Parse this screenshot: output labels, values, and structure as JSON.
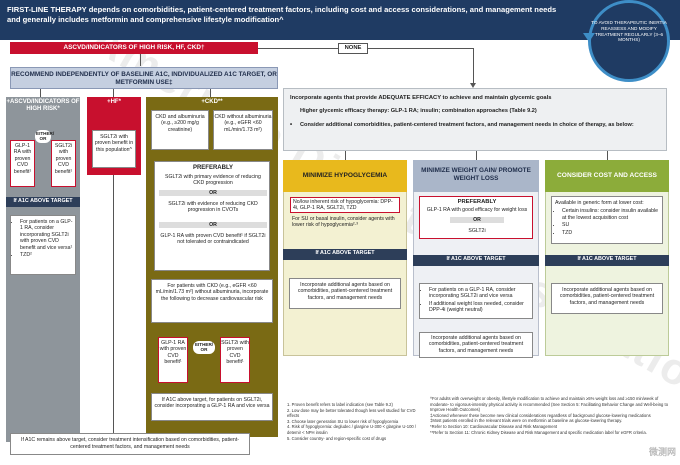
{
  "banner": {
    "text": "FIRST-LINE THERAPY depends on comorbidities, patient-centered treatment factors, including cost and access considerations, and management needs and generally includes metformin and comprehensive lifestyle modification^"
  },
  "reassess": {
    "text": "TO AVOID THERAPEUTIC INERTIA REASSESS AND MODIFY TREATMENT REGULARLY (3–6 MONTHS)"
  },
  "ascvd_header": "ASCVD/INDICATORS OF HIGH RISK, HF, CKD†",
  "none_label": "NONE",
  "recommend": "RECOMMEND INDEPENDENTLY OF BASELINE A1C, INDIVIDUALIZED A1C TARGET, OR METFORMIN USE‡",
  "ascvd_col": {
    "header": "+ASCVD/INDICATORS OF HIGH RISK*",
    "glp1": "GLP-1 RA with proven CVD benefit¹",
    "either_or": "EITHER/ OR",
    "sglt2": "SGLT2i with proven CVD benefit¹",
    "a1c_bar": "If A1C ABOVE TARGET",
    "bullets": [
      "For patients on a GLP-1 RA, consider incorporating SGLT2i with proven CVD benefit and vice versa¹",
      "TZD²"
    ]
  },
  "hf_col": {
    "header": "+HF*",
    "text": "SGLT2i with proven benefit in this population^"
  },
  "ckd_col": {
    "header": "+CKD**",
    "left_sub": "CKD and albuminuria (e.g., ≥200 mg/g creatinine)",
    "right_sub": "CKD without albuminuria (e.g., eGFR <60 mL/min/1.73 m²)",
    "preferably": "PREFERABLY",
    "pref1": "SGLT2i with primary evidence of reducing CKD progression",
    "or1": "OR",
    "pref2": "SGLT2i with evidence of reducing CKD progression in CVOTs",
    "or2": "OR",
    "pref3": "GLP-1 RA with proven CVD benefit¹ if SGLT2i not tolerated or contraindicated",
    "patients_text": "For patients with CKD (e.g., eGFR <60 mL/min/1.73 m²) without albuminuria, incorporate the following to decrease cardiovascular risk",
    "glp1": "GLP-1 RA with proven CVD benefit¹",
    "either_or": "EITHER/ OR",
    "sglt2": "SGLT2i with proven CVD benefit¹",
    "a1c_text": "If A1C above target, for patients on SGLT2i, consider incorporating a GLP-1 RA and vice versa"
  },
  "efficacy": {
    "line1": "Incorporate agents that provide ADEQUATE EFFICACY to achieve and maintain glycemic goals",
    "line2": "Higher glycemic efficacy therapy: GLP-1 RA; insulin; combination approaches (Table 9.2)",
    "line3": "Consider additional comorbidities, patient-centered treatment factors, and management needs in choice of therapy, as below:"
  },
  "min_hypo": {
    "header": "MINIMIZE HYPOGLYCEMIA",
    "red_text": "No/low inherent risk of hypoglycemia: DPP-4i, GLP-1 RA, SGLT2i, TZD",
    "sub_text": "For SU or basal insulin, consider agents with lower risk of hypoglycemia²·³",
    "a1c_bar": "If A1C ABOVE TARGET",
    "bottom_text": "Incorporate additional agents based on comorbidities, patient-centered treatment factors, and management needs"
  },
  "min_weight": {
    "header": "MINIMIZE WEIGHT GAIN/ PROMOTE WEIGHT LOSS",
    "preferably": "PREFERABLY",
    "glp1_text": "GLP-1 RA with good efficacy for weight loss",
    "or": "OR",
    "sglt2": "SGLT2i",
    "a1c_bar": "If A1C ABOVE TARGET",
    "bullets": [
      "For patients on a GLP-1 RA, consider incorporating SGLT2i and vice versa",
      "If additional weight loss needed, consider DPP-4i (weight neutral)"
    ],
    "bottom_text": "Incorporate additional agents based on comorbidities, patient-centered treatment factors, and management needs"
  },
  "cost": {
    "header": "CONSIDER COST AND ACCESS",
    "intro": "Available in generic form at lower cost:",
    "bullets": [
      "Certain insulins: consider insulin available at the lowest acquisition cost",
      "SU",
      "TZD"
    ],
    "a1c_bar": "If A1C ABOVE TARGET",
    "bottom_text": "Incorporate additional agents based on comorbidities, patient-centered treatment factors, and management needs"
  },
  "footnotes_left": [
    "1.   Proven benefit refers to label indication (see Table 9.2)",
    "2.   Low dose may be better tolerated though less well studied for CVD effects",
    "3.   Choose later generation SU to lower risk of hypoglycemia",
    "4.   Risk of hypoglycemia: degludec / glargine U-300 < glargine U-100 / detemir < NPH insulin",
    "5.   Consider country- and region-specific cost of drugs"
  ],
  "footnotes_right": [
    "^For adults with overweight or obesity, lifestyle modification to achieve and maintain ≥5% weight loss and ≥150 min/week of moderate- to vigorous-intensity physical activity is recommended (See Section 5: Facilitating Behavior Change and Well-being to Improve Health Outcomes)",
    "‡Actioned whenever these become new clinical considerations regardless of background glucose-lowering medications",
    "‡Most patients enrolled in the relevant trials were on metformin at baseline as glucose-lowering therapy.",
    "*Refer to Section 10: Cardiovascular Disease and Risk Management",
    "**Refer to Section 11: Chronic Kidney Disease and Risk Management and specific medication label for eGFR criteria."
  ],
  "bottom_text": "If A1C remains above target, consider treatment intensification based on comorbidities, patient-centered treatment factors, and management needs",
  "watermark": "American Diabetes Association",
  "corner_logo": "微测网"
}
